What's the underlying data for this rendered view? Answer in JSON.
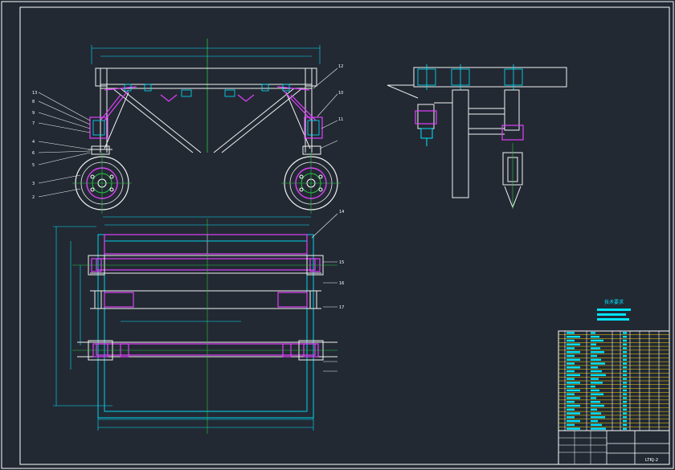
{
  "drawing": {
    "background": "#222933",
    "colors": {
      "frame": "#ffffff",
      "structure": "#f2f2f2",
      "cyan": "#00e5ff",
      "magenta": "#e040fb",
      "green": "#27c93f",
      "yellow": "#ffd600"
    },
    "tech_requirements_title": "技术要求",
    "drawing_number": "LTKJ-2",
    "title_block_rows": 26,
    "callouts_left": [
      "13",
      "8",
      "9",
      "7",
      "4",
      "6",
      "5",
      "3",
      "2"
    ],
    "callouts_right": [
      "12",
      "10",
      "11"
    ],
    "callout_plan": "14",
    "plan_side_labels": [
      "15",
      "16",
      "17"
    ]
  }
}
